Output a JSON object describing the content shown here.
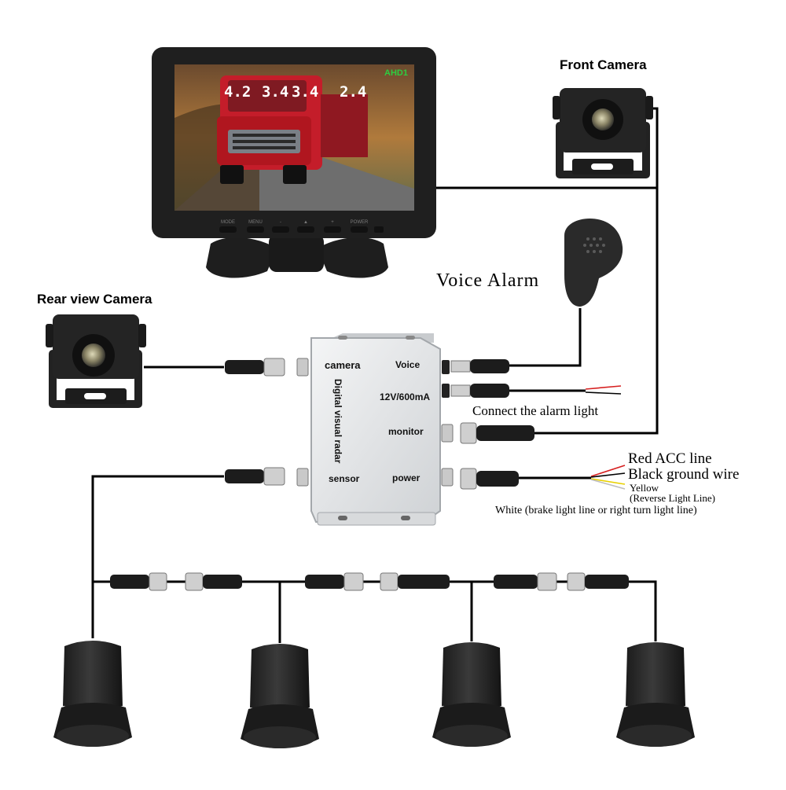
{
  "labels": {
    "front_camera": "Front Camera",
    "rear_camera": "Rear view Camera",
    "voice_alarm": "Voice Alarm",
    "alarm_light": "Connect the alarm light",
    "red": "Red  ACC line",
    "black": "Black ground wire",
    "yellow": "Yellow",
    "yellow_sub": "(Reverse Light Line)",
    "white": "White (brake light line or right turn light line)"
  },
  "monitor": {
    "distances": [
      "4.2",
      "3.4",
      "3.4",
      "2.4"
    ],
    "channel": "AHD1",
    "buttons": [
      "MODE",
      "MENU",
      "-",
      "▲",
      "+",
      "POWER"
    ]
  },
  "control_box": {
    "camera": "camera",
    "voice": "Voice",
    "power12": "12V/600mA",
    "monitor": "monitor",
    "sensor": "sensor",
    "power": "power",
    "side_text": "Digital visual radar"
  },
  "colors": {
    "wire": "#000000",
    "box": "#e4e6e8",
    "red_wire": "#d62020",
    "yellow_wire": "#e8d000",
    "channel": "#2ecc40"
  }
}
